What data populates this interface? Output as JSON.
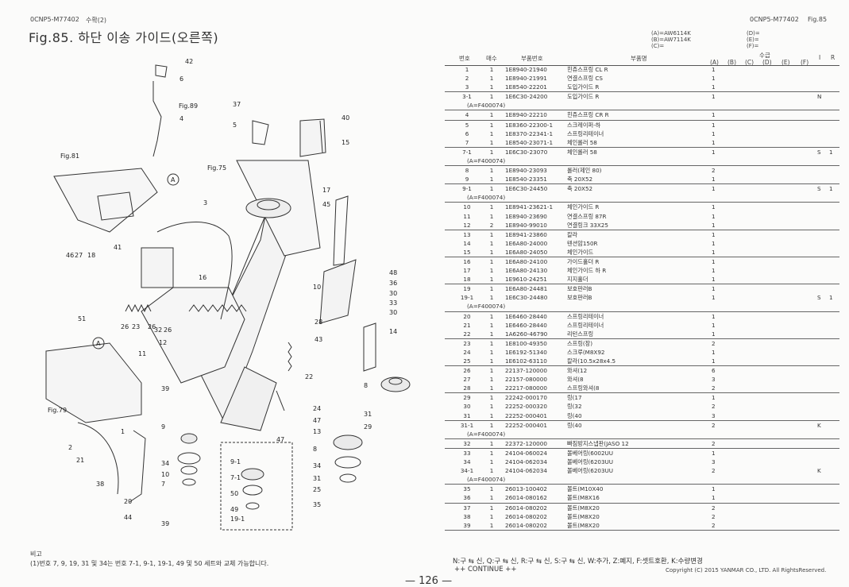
{
  "header": {
    "left_code": "0CNP5-M77402",
    "left_sub": "수확(2)",
    "title": "Fig.85. 하단 이송 가이드(오른쪽)",
    "right_code": "0CNP5-M77402",
    "right_fig": "Fig.85"
  },
  "legend": {
    "a": "(A)=AW6114K",
    "b": "(B)=AW7114K",
    "c": "(C)=",
    "d": "(D)=",
    "e": "(E)=",
    "f": "(F)="
  },
  "table_header": {
    "no": "번호",
    "qty": "매수",
    "part_no": "부품번호",
    "desc": "부품명",
    "sugeup": "수급",
    "cols": [
      "(A)",
      "(B)",
      "(C)",
      "(D)",
      "(E)",
      "(F)"
    ],
    "i": "I",
    "r": "R"
  },
  "parts": [
    {
      "no": "1",
      "qty": "1",
      "pn": "1E8940-21940",
      "desc": "힌쥬스프링 CL R",
      "a": "1",
      "k": "",
      "n": "",
      "line": false
    },
    {
      "no": "2",
      "qty": "1",
      "pn": "1E8940-21991",
      "desc": "연결스프링 CS",
      "a": "1",
      "k": "",
      "n": "",
      "line": false
    },
    {
      "no": "3",
      "qty": "1",
      "pn": "1E8540-22201",
      "desc": "도입가이드 R",
      "a": "1",
      "k": "",
      "n": "",
      "line": true
    },
    {
      "no": "3-1",
      "qty": "1",
      "pn": "1E6C30-24200",
      "desc": "도입가이드 R",
      "a": "1",
      "k": "N",
      "n": "",
      "line": false
    },
    {
      "alt": "(A=F400074)",
      "line": true
    },
    {
      "no": "4",
      "qty": "1",
      "pn": "1E8940-22210",
      "desc": "힌쥬스프링 CR R",
      "a": "1",
      "k": "",
      "n": "",
      "line": true
    },
    {
      "no": "5",
      "qty": "1",
      "pn": "1E8360-22300-1",
      "desc": "스크레이퍼-하",
      "a": "1",
      "k": "",
      "n": "",
      "line": false
    },
    {
      "no": "6",
      "qty": "1",
      "pn": "1E8370-22341-1",
      "desc": "스프링리테이너",
      "a": "1",
      "k": "",
      "n": "",
      "line": false
    },
    {
      "no": "7",
      "qty": "1",
      "pn": "1E8540-23071-1",
      "desc": "체인롤러 58",
      "a": "1",
      "k": "",
      "n": "",
      "line": true
    },
    {
      "no": "7-1",
      "qty": "1",
      "pn": "1E6C30-23070",
      "desc": "체인롤러 58",
      "a": "1",
      "k": "S",
      "n": "1",
      "line": false
    },
    {
      "alt": "(A=F400074)",
      "line": true
    },
    {
      "no": "8",
      "qty": "1",
      "pn": "1E8940-23093",
      "desc": "롤러(제인 80)",
      "a": "2",
      "k": "",
      "n": "",
      "line": false
    },
    {
      "no": "9",
      "qty": "1",
      "pn": "1E8540-23351",
      "desc": "축 20X52",
      "a": "1",
      "k": "",
      "n": "",
      "line": true
    },
    {
      "no": "9-1",
      "qty": "1",
      "pn": "1E6C30-24450",
      "desc": "축 20X52",
      "a": "1",
      "k": "S",
      "n": "1",
      "line": false
    },
    {
      "alt": "(A=F400074)",
      "line": true
    },
    {
      "no": "10",
      "qty": "1",
      "pn": "1E8941-23621-1",
      "desc": "체인가이드 R",
      "a": "1",
      "k": "",
      "n": "",
      "line": false
    },
    {
      "no": "11",
      "qty": "1",
      "pn": "1E8940-23690",
      "desc": "연결스프링 87R",
      "a": "1",
      "k": "",
      "n": "",
      "line": false
    },
    {
      "no": "12",
      "qty": "2",
      "pn": "1E8940-99010",
      "desc": "연결링크 33X25",
      "a": "1",
      "k": "",
      "n": "",
      "line": true
    },
    {
      "no": "13",
      "qty": "1",
      "pn": "1E8941-23860",
      "desc": "칼라",
      "a": "1",
      "k": "",
      "n": "",
      "line": false
    },
    {
      "no": "14",
      "qty": "1",
      "pn": "1E6A80-24000",
      "desc": "텐션암150R",
      "a": "1",
      "k": "",
      "n": "",
      "line": false
    },
    {
      "no": "15",
      "qty": "1",
      "pn": "1E6A80-24050",
      "desc": "체인가이드",
      "a": "1",
      "k": "",
      "n": "",
      "line": true
    },
    {
      "no": "16",
      "qty": "1",
      "pn": "1E6A80-24100",
      "desc": "가이드홀더 R",
      "a": "1",
      "k": "",
      "n": "",
      "line": false
    },
    {
      "no": "17",
      "qty": "1",
      "pn": "1E6A80-24130",
      "desc": "체인가이드 하 R",
      "a": "1",
      "k": "",
      "n": "",
      "line": false
    },
    {
      "no": "18",
      "qty": "1",
      "pn": "1E9610-24251",
      "desc": "지지홀더",
      "a": "1",
      "k": "",
      "n": "",
      "line": true
    },
    {
      "no": "19",
      "qty": "1",
      "pn": "1E6A80-24481",
      "desc": "보호판러B",
      "a": "1",
      "k": "",
      "n": "",
      "line": false
    },
    {
      "no": "19-1",
      "qty": "1",
      "pn": "1E6C30-24480",
      "desc": "보호판러B",
      "a": "1",
      "k": "S",
      "n": "1",
      "line": false
    },
    {
      "alt": "(A=F400074)",
      "line": true
    },
    {
      "no": "20",
      "qty": "1",
      "pn": "1E6460-28440",
      "desc": "스프링리테이너",
      "a": "1",
      "k": "",
      "n": "",
      "line": false
    },
    {
      "no": "21",
      "qty": "1",
      "pn": "1E6460-28440",
      "desc": "스프링리테이너",
      "a": "1",
      "k": "",
      "n": "",
      "line": false
    },
    {
      "no": "22",
      "qty": "1",
      "pn": "1A6260-46790",
      "desc": "리턴스프링",
      "a": "1",
      "k": "",
      "n": "",
      "line": true
    },
    {
      "no": "23",
      "qty": "1",
      "pn": "1E8100-49350",
      "desc": "스프링(장)",
      "a": "2",
      "k": "",
      "n": "",
      "line": false
    },
    {
      "no": "24",
      "qty": "1",
      "pn": "1E6192-51340",
      "desc": "스크루(M8X92",
      "a": "1",
      "k": "",
      "n": "",
      "line": false
    },
    {
      "no": "25",
      "qty": "1",
      "pn": "1E6102-63110",
      "desc": "칼라(10.5x28x4.5",
      "a": "1",
      "k": "",
      "n": "",
      "line": true
    },
    {
      "no": "26",
      "qty": "1",
      "pn": "22137-120000",
      "desc": "와셔(12",
      "a": "6",
      "k": "",
      "n": "",
      "line": false
    },
    {
      "no": "27",
      "qty": "1",
      "pn": "22157-080000",
      "desc": "와셔(8",
      "a": "3",
      "k": "",
      "n": "",
      "line": false
    },
    {
      "no": "28",
      "qty": "1",
      "pn": "22217-080000",
      "desc": "스프링와셔(8",
      "a": "2",
      "k": "",
      "n": "",
      "line": true
    },
    {
      "no": "29",
      "qty": "1",
      "pn": "22242-000170",
      "desc": "링(17",
      "a": "1",
      "k": "",
      "n": "",
      "line": false
    },
    {
      "no": "30",
      "qty": "1",
      "pn": "22252-000320",
      "desc": "링(32",
      "a": "2",
      "k": "",
      "n": "",
      "line": false
    },
    {
      "no": "31",
      "qty": "1",
      "pn": "22252-000401",
      "desc": "링(40",
      "a": "3",
      "k": "",
      "n": "",
      "line": true
    },
    {
      "no": "31-1",
      "qty": "1",
      "pn": "22252-000401",
      "desc": "링(40",
      "a": "2",
      "k": "K",
      "n": "",
      "line": false
    },
    {
      "alt": "(A=F400074)",
      "line": true
    },
    {
      "no": "32",
      "qty": "1",
      "pn": "22372-120000",
      "desc": "빠짐방지스냅판(JASO 12",
      "a": "2",
      "k": "",
      "n": "",
      "line": true
    },
    {
      "no": "33",
      "qty": "1",
      "pn": "24104-060024",
      "desc": "볼베어링(6002UU",
      "a": "1",
      "k": "",
      "n": "",
      "line": false
    },
    {
      "no": "34",
      "qty": "1",
      "pn": "24104-062034",
      "desc": "볼베어링(6203UU",
      "a": "3",
      "k": "",
      "n": "",
      "line": false
    },
    {
      "no": "34-1",
      "qty": "1",
      "pn": "24104-062034",
      "desc": "볼베어링(6203UU",
      "a": "2",
      "k": "K",
      "n": "",
      "line": false
    },
    {
      "alt": "(A=F400074)",
      "line": true
    },
    {
      "no": "35",
      "qty": "1",
      "pn": "26013-100402",
      "desc": "볼트(M10X40",
      "a": "1",
      "k": "",
      "n": "",
      "line": false
    },
    {
      "no": "36",
      "qty": "1",
      "pn": "26014-080162",
      "desc": "볼트(M8X16",
      "a": "1",
      "k": "",
      "n": "",
      "line": true
    },
    {
      "no": "37",
      "qty": "1",
      "pn": "26014-080202",
      "desc": "볼트(M8X20",
      "a": "2",
      "k": "",
      "n": "",
      "line": false
    },
    {
      "no": "38",
      "qty": "1",
      "pn": "26014-080202",
      "desc": "볼트(M8X20",
      "a": "2",
      "k": "",
      "n": "",
      "line": false
    },
    {
      "no": "39",
      "qty": "1",
      "pn": "26014-080202",
      "desc": "볼트(M8X20",
      "a": "2",
      "k": "",
      "n": "",
      "line": true
    }
  ],
  "footer": {
    "key_line": "N:구 ⇆ 신, Q:구 ⇆ 신, R:구 ⇆ 신, S:구 ⇆ 신, W:추가, Z:폐지, F:셋트호환, K:수량변경",
    "continue": "++ CONTINUE ++",
    "copyright": "Copyright (C) 2015 YANMAR CO., LTD. All RightsReserved.",
    "notes_title": "비고",
    "notes_text": "(1)번호 7, 9, 19, 31 및 34는 번호 7-1, 9-1, 19-1, 49 및 50 세트와 교체 가능합니다.",
    "page": "— 126 —"
  },
  "diagram": {
    "fig_refs": [
      "Fig.89",
      "Fig.81",
      "Fig.75",
      "Fig.79"
    ],
    "ref_circle": "A",
    "callouts": [
      "42",
      "6",
      "4",
      "37",
      "5",
      "40",
      "15",
      "17",
      "45",
      "3",
      "41",
      "16",
      "46",
      "27",
      "18",
      "51",
      "26",
      "23",
      "26",
      "32",
      "26",
      "12",
      "11",
      "10",
      "48",
      "36",
      "30",
      "33",
      "30",
      "28",
      "14",
      "43",
      "22",
      "8",
      "24",
      "47",
      "39",
      "9",
      "34",
      "10",
      "7",
      "1",
      "2",
      "21",
      "38",
      "20",
      "44",
      "39",
      "9-1",
      "7-1",
      "50",
      "49",
      "19-1",
      "47",
      "13",
      "8",
      "34",
      "31",
      "25",
      "35",
      "31",
      "29"
    ]
  }
}
